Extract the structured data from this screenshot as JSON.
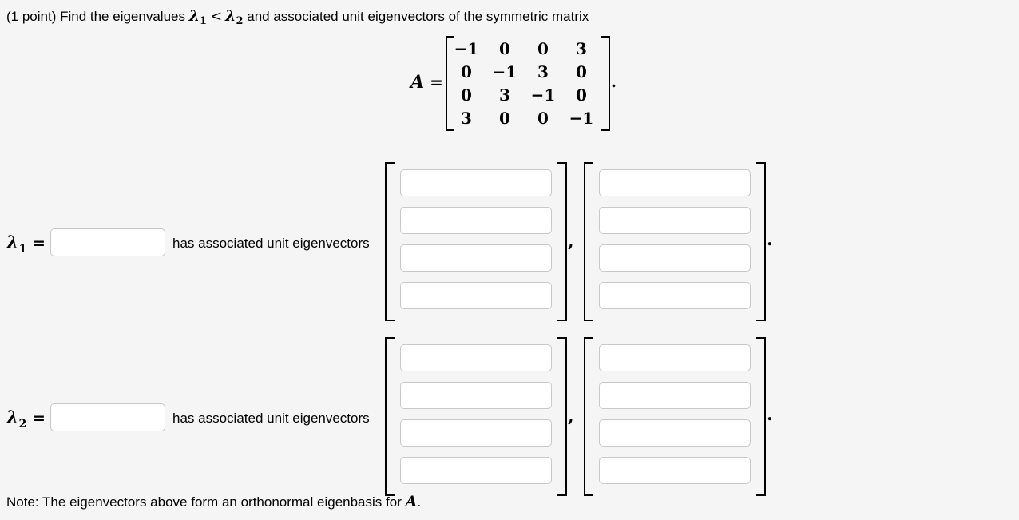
{
  "page": {
    "background": "#f5f5f5",
    "text_color": "#000000",
    "input_border": "#c9c9c9"
  },
  "header": {
    "prefix": "(1 point) Find the eigenvalues ",
    "lambda1": "λ",
    "sub1": "1",
    "relation": "<",
    "lambda2": "λ",
    "sub2": "2",
    "suffix": " and associated unit eigenvectors of the symmetric matrix"
  },
  "matrix": {
    "var": "A",
    "equals": "=",
    "rows": [
      [
        "−1",
        "0",
        "0",
        "3"
      ],
      [
        "0",
        "−1",
        "3",
        "0"
      ],
      [
        "0",
        "3",
        "−1",
        "0"
      ],
      [
        "3",
        "0",
        "0",
        "−1"
      ]
    ],
    "period": "."
  },
  "eigen_rows": [
    {
      "lambda": "λ",
      "sub": "1",
      "equals": "=",
      "value": "",
      "description": "has associated unit eigenvectors",
      "separator": ",",
      "terminator": ".",
      "vectors": [
        {
          "entries": [
            "",
            "",
            "",
            ""
          ]
        },
        {
          "entries": [
            "",
            "",
            "",
            ""
          ]
        }
      ]
    },
    {
      "lambda": "λ",
      "sub": "2",
      "equals": "=",
      "value": "",
      "description": "has associated unit eigenvectors",
      "separator": ",",
      "terminator": ".",
      "vectors": [
        {
          "entries": [
            "",
            "",
            "",
            ""
          ]
        },
        {
          "entries": [
            "",
            "",
            "",
            ""
          ]
        }
      ]
    }
  ],
  "note": {
    "prefix": "Note: The eigenvectors above form an orthonormal eigenbasis for ",
    "var": "A",
    "period": "."
  }
}
